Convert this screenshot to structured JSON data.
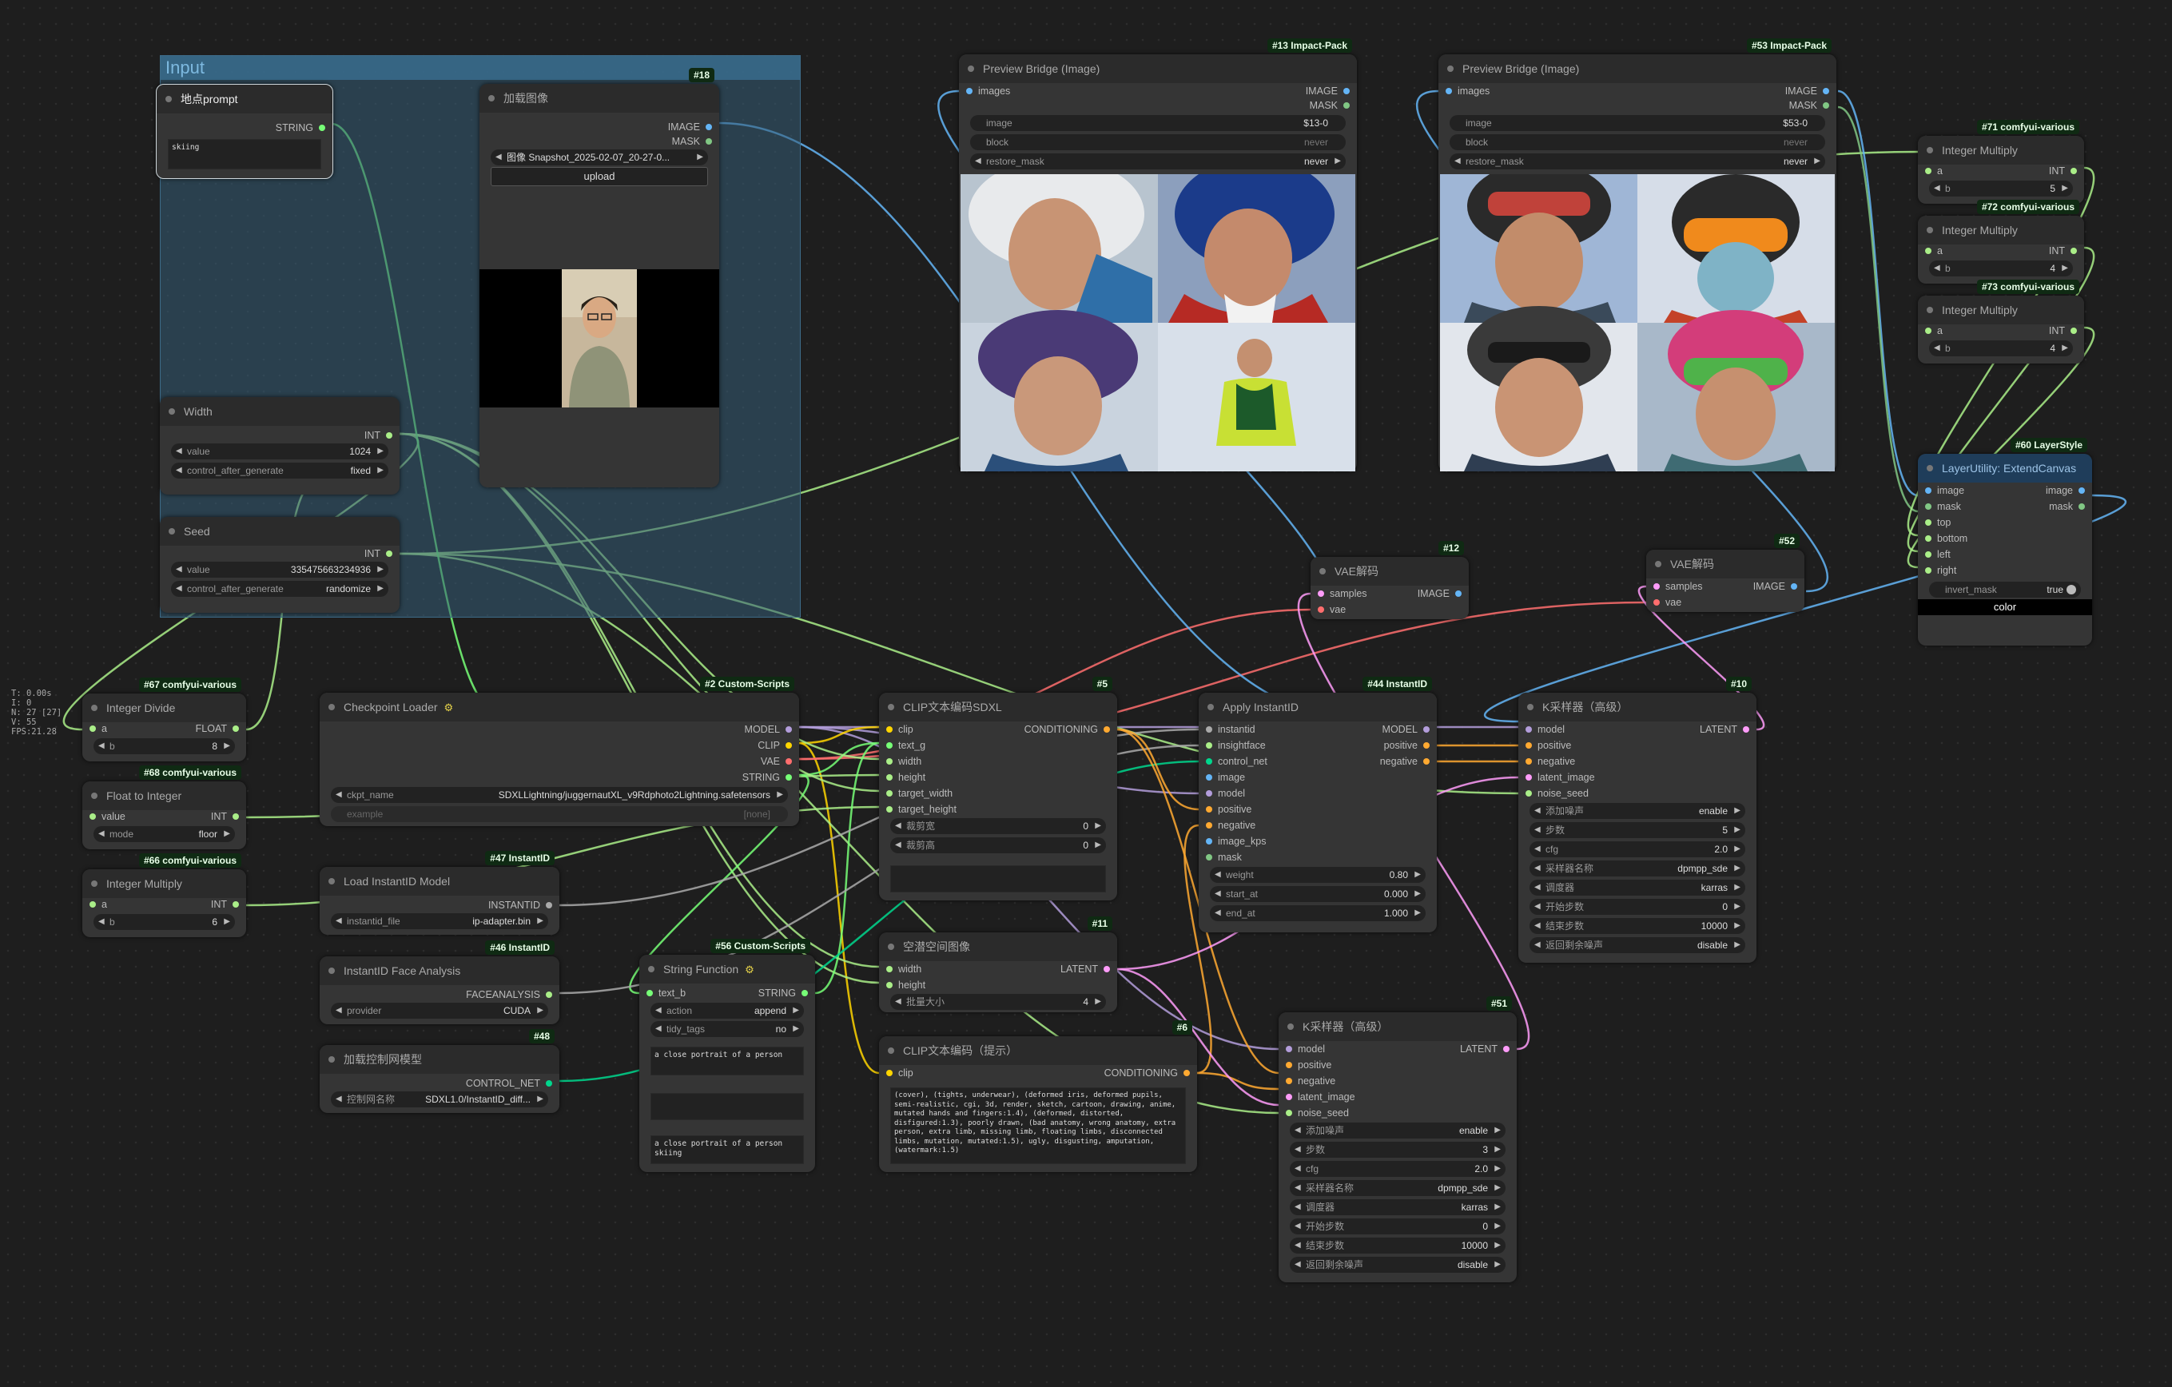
{
  "colors": {
    "model": "#b39ddb",
    "clip": "#ffd500",
    "vae": "#ff6e6e",
    "image": "#64b5f6",
    "mask": "#81c784",
    "latent": "#ff9cf9",
    "cond": "#ffa931",
    "int": "#aaee88",
    "string": "#77ff77",
    "instantid": "#aaaaaa",
    "controlnet": "#00d78d",
    "faceanalysis": "#aaaaaa",
    "float": "#aaee88"
  },
  "group": {
    "title": "Input"
  },
  "stats": [
    "T: 0.00s",
    "I: 0",
    "N: 27 [27]",
    "V: 55",
    "FPS:21.28"
  ],
  "nodes": {
    "prompt": {
      "title": "地点prompt",
      "out": "STRING",
      "text": "skiing"
    },
    "loadimg": {
      "title": "加载图像",
      "badge": "#18",
      "out1": "IMAGE",
      "out2": "MASK",
      "file": "图像 Snapshot_2025-02-07_20-27-0...",
      "upload": "upload"
    },
    "width": {
      "title": "Width",
      "out": "INT",
      "w1l": "value",
      "w1v": "1024",
      "w2l": "control_after_generate",
      "w2v": "fixed"
    },
    "seed": {
      "title": "Seed",
      "out": "INT",
      "w1l": "value",
      "w1v": "335475663234936",
      "w2l": "control_after_generate",
      "w2v": "randomize"
    },
    "pb1": {
      "title": "Preview Bridge (Image)",
      "badge": "#13 Impact-Pack",
      "in": "images",
      "out1": "IMAGE",
      "out2": "MASK",
      "w1l": "image",
      "w1v": "$13-0",
      "w2l": "block",
      "w2v": "never",
      "w3l": "restore_mask",
      "w3v": "never"
    },
    "pb2": {
      "title": "Preview Bridge (Image)",
      "badge": "#53 Impact-Pack",
      "in": "images",
      "out1": "IMAGE",
      "out2": "MASK",
      "w1l": "image",
      "w1v": "$53-0",
      "w2l": "block",
      "w2v": "never",
      "w3l": "restore_mask",
      "w3v": "never"
    },
    "im71": {
      "title": "Integer Multiply",
      "badge": "#71 comfyui-various",
      "in": "a",
      "out": "INT",
      "wl": "b",
      "wv": "5"
    },
    "im72": {
      "title": "Integer Multiply",
      "badge": "#72 comfyui-various",
      "in": "a",
      "out": "INT",
      "wl": "b",
      "wv": "4"
    },
    "im73": {
      "title": "Integer Multiply",
      "badge": "#73 comfyui-various",
      "in": "a",
      "out": "INT",
      "wl": "b",
      "wv": "4"
    },
    "extend": {
      "title": "LayerUtility: ExtendCanvas",
      "badge": "#60 LayerStyle",
      "ins": [
        "image",
        "mask",
        "top",
        "bottom",
        "left",
        "right"
      ],
      "out1": "image",
      "out2": "mask",
      "wl": "invert_mask",
      "wv": "true",
      "color": "color"
    },
    "vae12": {
      "title": "VAE解码",
      "badge": "#12",
      "in1": "samples",
      "in2": "vae",
      "out": "IMAGE"
    },
    "vae52": {
      "title": "VAE解码",
      "badge": "#52",
      "in1": "samples",
      "in2": "vae",
      "out": "IMAGE"
    },
    "idiv": {
      "title": "Integer Divide",
      "badge": "#67 comfyui-various",
      "in": "a",
      "out": "FLOAT",
      "wl": "b",
      "wv": "8"
    },
    "f2i": {
      "title": "Float to Integer",
      "badge": "#68 comfyui-various",
      "in": "value",
      "out": "INT",
      "wl": "mode",
      "wv": "floor"
    },
    "im66": {
      "title": "Integer Multiply",
      "badge": "#66 comfyui-various",
      "in": "a",
      "out": "INT",
      "wl": "b",
      "wv": "6"
    },
    "ckpt": {
      "title": "Checkpoint Loader",
      "badge": "#2 Custom-Scripts",
      "outs": [
        "MODEL",
        "CLIP",
        "VAE",
        "STRING"
      ],
      "w1l": "ckpt_name",
      "w1v": "SDXLLightning/juggernautXL_v9Rdphoto2Lightning.safetensors",
      "w2l": "example",
      "w2v": "[none]"
    },
    "lid": {
      "title": "Load InstantID Model",
      "badge": "#47 InstantID",
      "out": "INSTANTID",
      "wl": "instantid_file",
      "wv": "ip-adapter.bin"
    },
    "fa": {
      "title": "InstantID Face Analysis",
      "badge": "#46 InstantID",
      "out": "FACEANALYSIS",
      "wl": "provider",
      "wv": "CUDA"
    },
    "cn": {
      "title": "加载控制网模型",
      "badge": "#48",
      "out": "CONTROL_NET",
      "wl": "控制网名称",
      "wv": "SDXL1.0/InstantID_diff..."
    },
    "sf": {
      "title": "String Function",
      "badge": "#56 Custom-Scripts",
      "in": "text_b",
      "out": "STRING",
      "w1l": "action",
      "w1v": "append",
      "w2l": "tidy_tags",
      "w2v": "no",
      "t1": "a close portrait of a person",
      "t2": "",
      "t3": "a close portrait of a person skiing"
    },
    "clipsdxl": {
      "title": "CLIP文本编码SDXL",
      "badge": "#5",
      "ins": [
        "clip",
        "text_g",
        "width",
        "height",
        "target_width",
        "target_height"
      ],
      "out": "CONDITIONING",
      "w1l": "裁剪宽",
      "w1v": "0",
      "w2l": "裁剪高",
      "w2v": "0"
    },
    "empty": {
      "title": "空潜空间图像",
      "badge": "#11",
      "ins": [
        "width",
        "height"
      ],
      "out": "LATENT",
      "wl": "批量大小",
      "wv": "4"
    },
    "clipneg": {
      "title": "CLIP文本编码（提示）",
      "badge": "#6",
      "in": "clip",
      "out": "CONDITIONING",
      "text": "(cover), (tights, underwear), (deformed iris, deformed pupils, semi-realistic, cgi, 3d, render, sketch, cartoon, drawing, anime, mutated hands and fingers:1.4), (deformed, distorted, disfigured:1.3), poorly drawn, (bad anatomy, wrong anatomy, extra person, extra limb, missing limb, floating limbs, disconnected limbs, mutation, mutated:1.5), ugly, disgusting, amputation, (watermark:1.5)"
    },
    "apply": {
      "title": "Apply InstantID",
      "badge": "#44 InstantID",
      "ins": [
        "instantid",
        "insightface",
        "control_net",
        "image",
        "model",
        "positive",
        "negative",
        "image_kps",
        "mask"
      ],
      "outs": [
        "MODEL",
        "positive",
        "negative"
      ],
      "w1l": "weight",
      "w1v": "0.80",
      "w2l": "start_at",
      "w2v": "0.000",
      "w3l": "end_at",
      "w3v": "1.000"
    },
    "ks10": {
      "title": "K采样器（高级）",
      "badge": "#10",
      "ins": [
        "model",
        "positive",
        "negative",
        "latent_image",
        "noise_seed"
      ],
      "out": "LATENT",
      "widgets": [
        [
          "添加噪声",
          "enable"
        ],
        [
          "步数",
          "5"
        ],
        [
          "cfg",
          "2.0"
        ],
        [
          "采样器名称",
          "dpmpp_sde"
        ],
        [
          "调度器",
          "karras"
        ],
        [
          "开始步数",
          "0"
        ],
        [
          "结束步数",
          "10000"
        ],
        [
          "返回剩余噪声",
          "disable"
        ]
      ]
    },
    "ks51": {
      "title": "K采样器（高级）",
      "badge": "#51",
      "ins": [
        "model",
        "positive",
        "negative",
        "latent_image",
        "noise_seed"
      ],
      "out": "LATENT",
      "widgets": [
        [
          "添加噪声",
          "enable"
        ],
        [
          "步数",
          "3"
        ],
        [
          "cfg",
          "2.0"
        ],
        [
          "采样器名称",
          "dpmpp_sde"
        ],
        [
          "调度器",
          "karras"
        ],
        [
          "开始步数",
          "0"
        ],
        [
          "结束步数",
          "10000"
        ],
        [
          "返回剩余噪声",
          "disable"
        ]
      ]
    }
  }
}
